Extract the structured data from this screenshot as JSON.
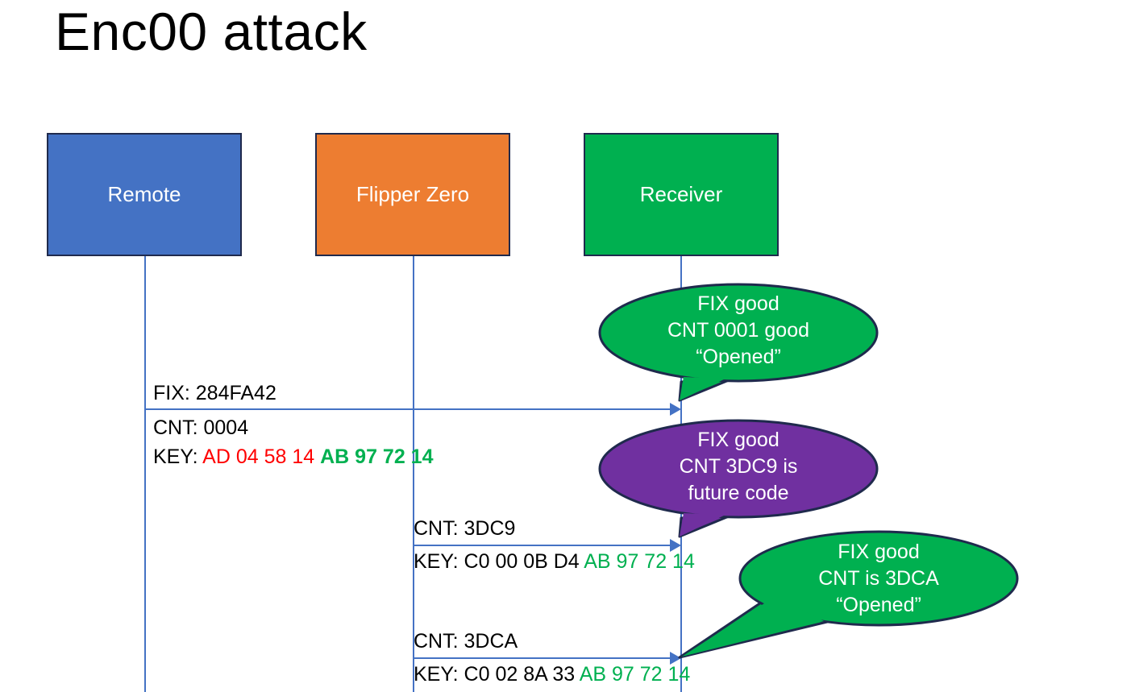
{
  "slide": {
    "title": "Enc00 attack",
    "background": "#ffffff"
  },
  "colors": {
    "remote_blue": "#4472C4",
    "flipper_orange": "#ED7D31",
    "receiver_green": "#00B050",
    "future_purple": "#7030A0",
    "outline_navy": "#1F2A4D",
    "key_red": "#FF0000",
    "key_green": "#00B050",
    "line_blue": "#4472C4"
  },
  "actors": [
    {
      "id": "remote",
      "label": "Remote",
      "fill": "#4472C4"
    },
    {
      "id": "flipper",
      "label": "Flipper Zero",
      "fill": "#ED7D31"
    },
    {
      "id": "receiver",
      "label": "Receiver",
      "fill": "#00B050"
    }
  ],
  "messages": [
    {
      "id": "msg-1",
      "from": "remote",
      "to": "receiver",
      "line1": "FIX: 284FA42",
      "line2": "CNT: 0004",
      "key_label": "KEY: ",
      "key_red": "AD 04 58 14",
      "key_green": "AB 97 72 14"
    },
    {
      "id": "msg-2",
      "from": "flipper",
      "to": "receiver",
      "line1": "CNT: 3DC9",
      "key_label": "KEY: C0 00 0B D4 ",
      "key_green": "AB 97 72 14"
    },
    {
      "id": "msg-3",
      "from": "flipper",
      "to": "receiver",
      "line1": "CNT: 3DCA",
      "key_label": "KEY: C0 02 8A 33 ",
      "key_green": "AB 97 72 14"
    }
  ],
  "callouts": [
    {
      "id": "callout-1",
      "fill": "#00B050",
      "lines": [
        "FIX good",
        "CNT 0001 good",
        "“Opened”"
      ]
    },
    {
      "id": "callout-2",
      "fill": "#7030A0",
      "lines": [
        "FIX good",
        "CNT 3DC9 is",
        "future code"
      ]
    },
    {
      "id": "callout-3",
      "fill": "#00B050",
      "lines": [
        "FIX good",
        "CNT is 3DCA",
        "“Opened”"
      ]
    }
  ]
}
